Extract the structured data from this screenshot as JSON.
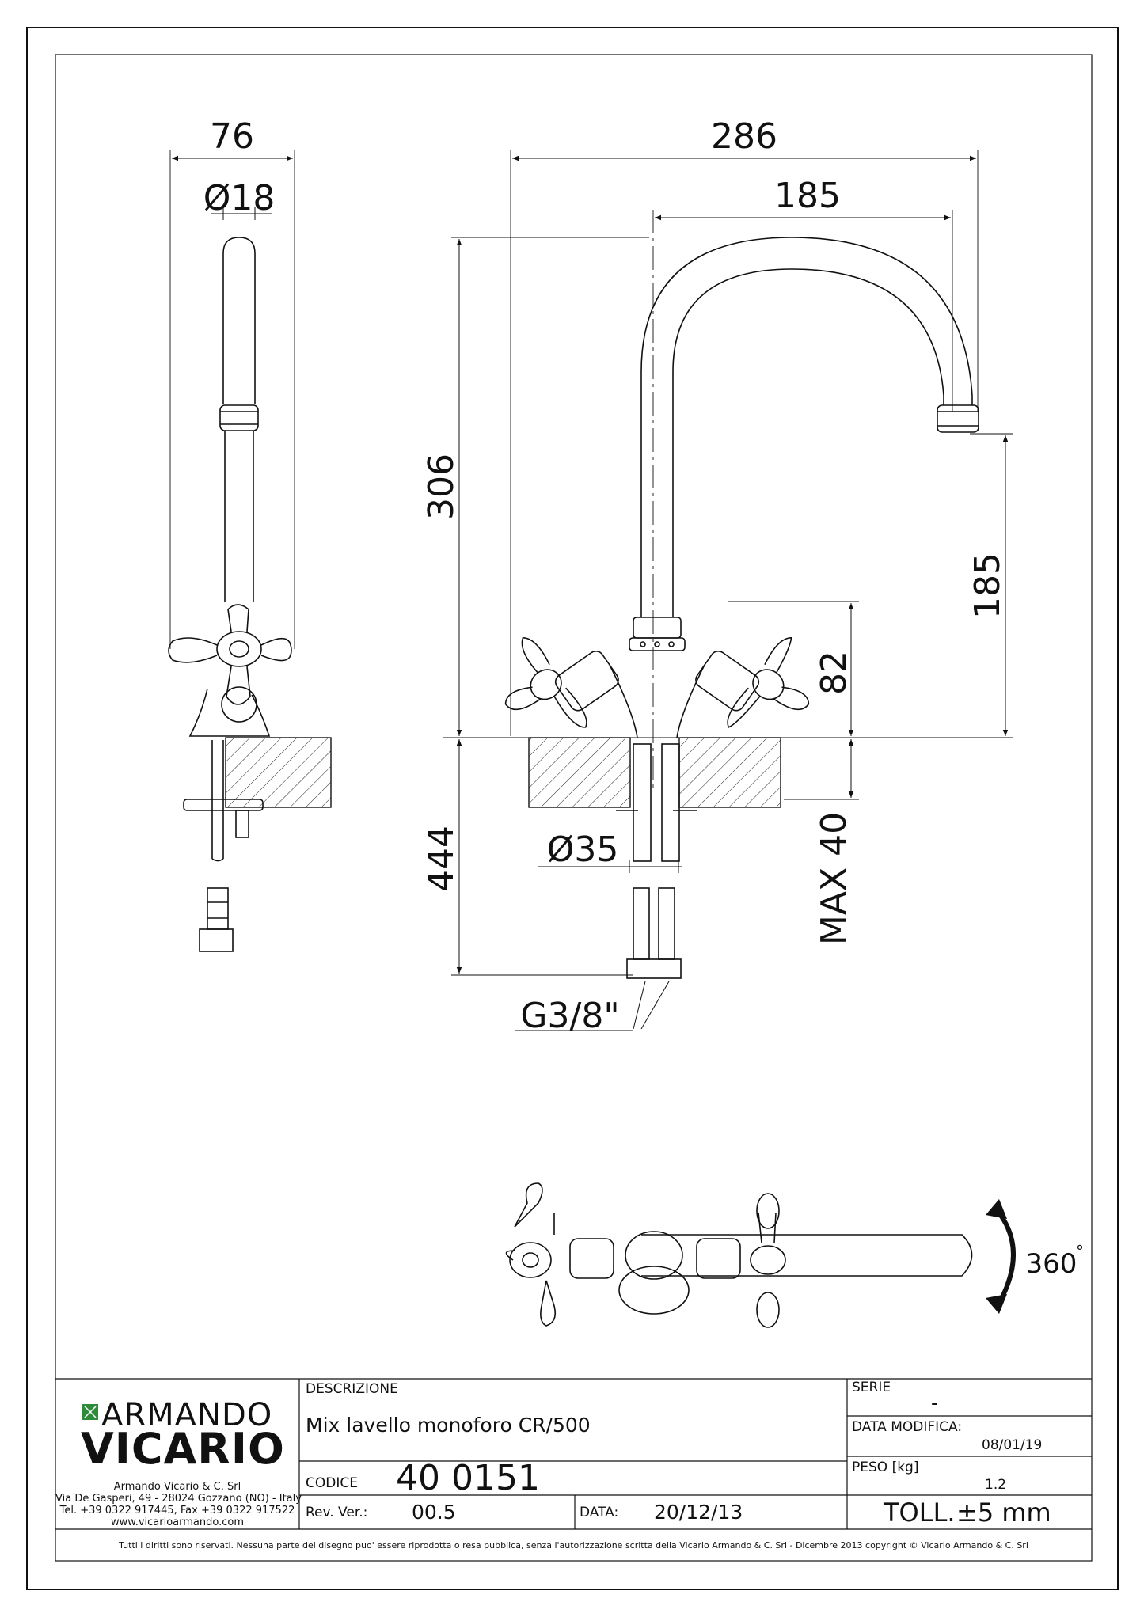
{
  "dimensions": {
    "side_width": "76",
    "side_diameter": "Ø18",
    "overall_width": "286",
    "spout_reach": "185",
    "height_306": "306",
    "spout_height": "185",
    "handle_height": "82",
    "hose_length": "444",
    "hole_diameter": "Ø35",
    "max_thickness": "MAX 40",
    "thread": "G3/8\"",
    "rotation": "360",
    "rotation_unit": "°"
  },
  "company": {
    "logo_line1": "ARMANDO",
    "logo_line2": "VICARIO",
    "name": "Armando Vicario & C. Srl",
    "address": "Via De Gasperi, 49 - 28024 Gozzano (NO) - Italy",
    "phone": "Tel. +39 0322 917445, Fax +39 0322 917522",
    "website": "www.vicarioarmando.com"
  },
  "title_block": {
    "descrizione_label": "DESCRIZIONE",
    "descrizione_value": "Mix lavello monoforo CR/500",
    "codice_label": "CODICE",
    "codice_value": "40 0151",
    "rev_label": "Rev. Ver.:",
    "rev_value": "00.5",
    "data_label": "DATA:",
    "data_value": "20/12/13",
    "serie_label": "SERIE",
    "serie_value": "-",
    "data_modifica_label": "DATA MODIFICA:",
    "data_modifica_value": "08/01/19",
    "peso_label": "PESO [kg]",
    "peso_value": "1.2",
    "toll_label": "TOLL.",
    "toll_value": "±5 mm"
  },
  "footer": {
    "copyright": "Tutti i diritti sono riservati. Nessuna parte del disegno puo' essere riprodotta o resa pubblica, senza l'autorizzazione scritta della Vicario Armando & C. Srl - Dicembre 2013 copyright © Vicario Armando & C. Srl"
  },
  "colors": {
    "line": "#111111",
    "logo_green": "#2e8b3a"
  }
}
